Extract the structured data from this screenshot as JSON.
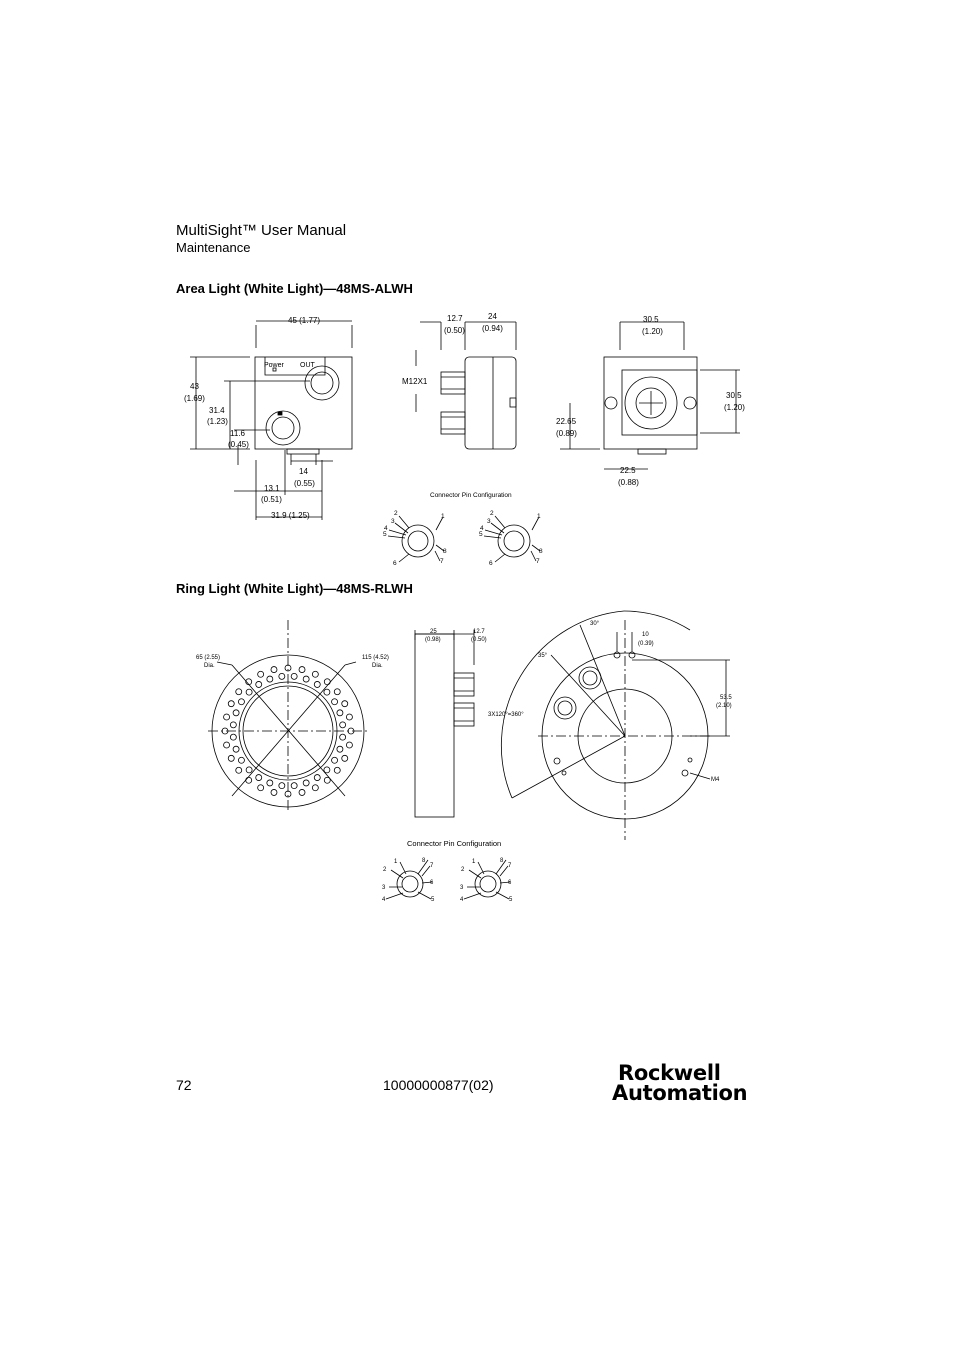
{
  "header": {
    "title": "MultiSight™ User Manual",
    "subtitle": "Maintenance"
  },
  "sections": [
    {
      "title": "Area Light (White Light)—48MS-ALWH"
    },
    {
      "title": "Ring Light (White Light)—48MS-RLWH"
    }
  ],
  "area_light": {
    "front": {
      "width": "45 (1.77)",
      "height_mm": "43",
      "height_in": "(1.69)",
      "h2_mm": "31.4",
      "h2_in": "(1.23)",
      "h3_mm": "11.6",
      "h3_in": "(0.45)",
      "w14_mm": "14",
      "w14_in": "(0.55)",
      "w13_mm": "13.1",
      "w13_in": "(0.51)",
      "w31": "31.9 (1.25)",
      "power_label": "Power",
      "out_label": "OUT"
    },
    "side": {
      "d1_mm": "12.7",
      "d1_in": "(0.50)",
      "d2_mm": "24",
      "d2_in": "(0.94)",
      "thread": "M12X1",
      "connector_caption": "Connector Pin Configuration"
    },
    "back": {
      "w_mm": "30.5",
      "w_in": "(1.20)",
      "h_mm": "30.5",
      "h_in": "(1.20)",
      "h2_mm": "22.65",
      "h2_in": "(0.89)",
      "w2_mm": "22.5",
      "w2_in": "(0.88)"
    },
    "pins_left": [
      "2",
      "3",
      "4",
      "5",
      "6",
      "1",
      "8",
      "7"
    ],
    "pins_right": [
      "2",
      "3",
      "4",
      "5",
      "6",
      "1",
      "8",
      "7"
    ]
  },
  "ring_light": {
    "front": {
      "inner_dia": "65 (2.55)",
      "inner_dia_unit": "Dia.",
      "outer_dia": "115 (4.52)",
      "outer_dia_unit": "Dia."
    },
    "side": {
      "d1": "25",
      "d1_in": "(0.98)",
      "d2": "12.7",
      "d2_in": "(0.50)"
    },
    "back": {
      "angle30": "30°",
      "angle35": "35°",
      "d10": "10",
      "d10_in": "(0.39)",
      "d53": "53.5",
      "d53_in": "(2.10)",
      "pattern": "3X120°=360°",
      "screw": "M4"
    },
    "connector_caption": "Connector Pin Configuration",
    "pins_left": [
      "1",
      "8",
      "7",
      "2",
      "6",
      "3",
      "4",
      "5"
    ],
    "pins_right": [
      "1",
      "8",
      "7",
      "2",
      "6",
      "3",
      "4",
      "5"
    ]
  },
  "footer": {
    "page": "72",
    "doc_number": "10000000877(02)",
    "logo_line1": "Rockwell",
    "logo_line2": "Automation"
  }
}
